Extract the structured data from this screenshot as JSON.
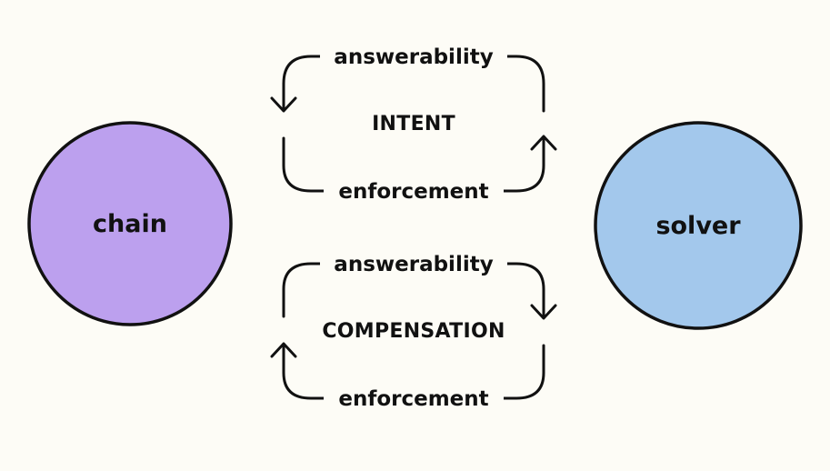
{
  "nodes": {
    "chain": {
      "label": "chain",
      "color": "#bca0ee"
    },
    "solver": {
      "label": "solver",
      "color": "#a3c8ec"
    }
  },
  "flows": {
    "intent": {
      "label": "INTENT",
      "top_edge": "answerability",
      "bottom_edge": "enforcement"
    },
    "compensation": {
      "label": "COMPENSATION",
      "top_edge": "answerability",
      "bottom_edge": "enforcement"
    }
  },
  "colors": {
    "background": "#fdfcf6",
    "stroke": "#111111"
  }
}
